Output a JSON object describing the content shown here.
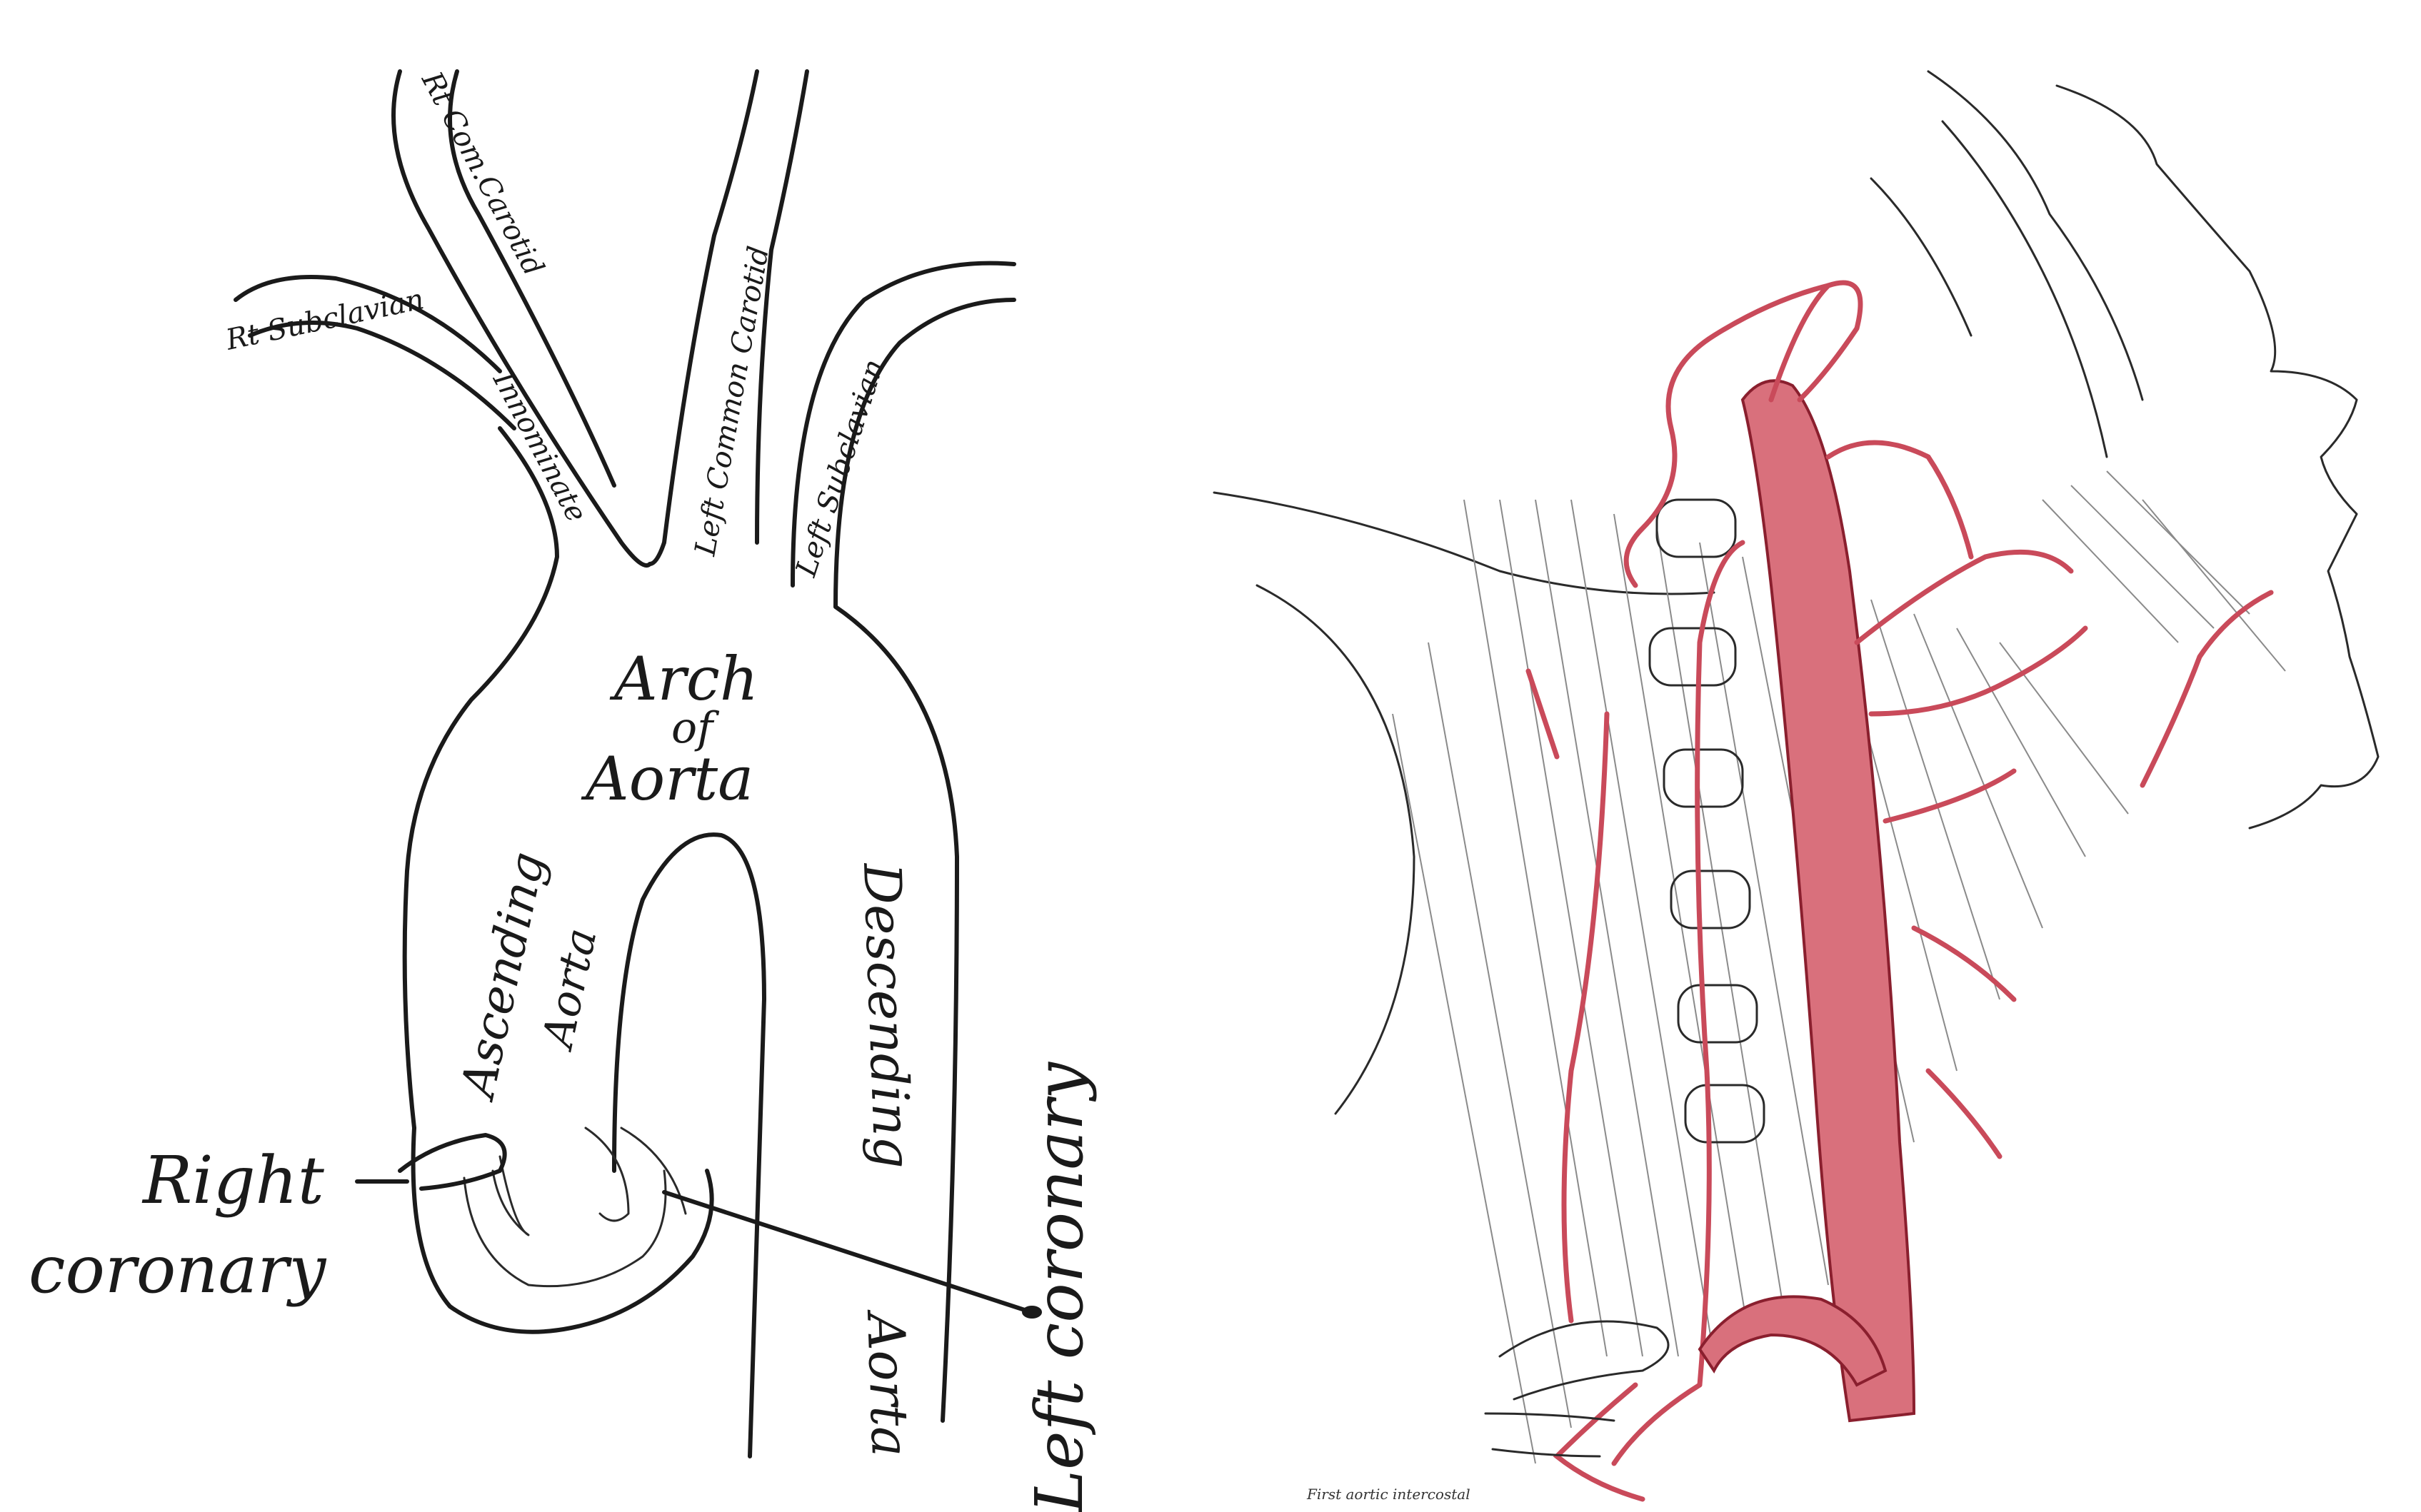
{
  "left_figure": {
    "labels": {
      "rt_subclavian": "Rt Subclavian",
      "rt_com_carotid": "Rt Com.Carotid",
      "innominate": "Innominate",
      "left_common_carotid": "Left Common Carotid",
      "left_subclavian": "Left Subclavian",
      "arch_line1": "Arch",
      "arch_line2": "of",
      "arch_line3": "Aorta",
      "ascending_line1": "Ascending",
      "ascending_line2": "Aorta",
      "descending_line1": "Descending",
      "descending_line2": "Aorta",
      "right_coronary_line1": "Right",
      "right_coronary_line2": "coronary",
      "left_coronary": "Left coronary"
    }
  },
  "right_figure": {
    "labels": {
      "first_aortic_intercostal": "First aortic intercostal"
    },
    "colors": {
      "artery": "#d9707c",
      "artery_stroke": "#8a1f2e"
    }
  }
}
